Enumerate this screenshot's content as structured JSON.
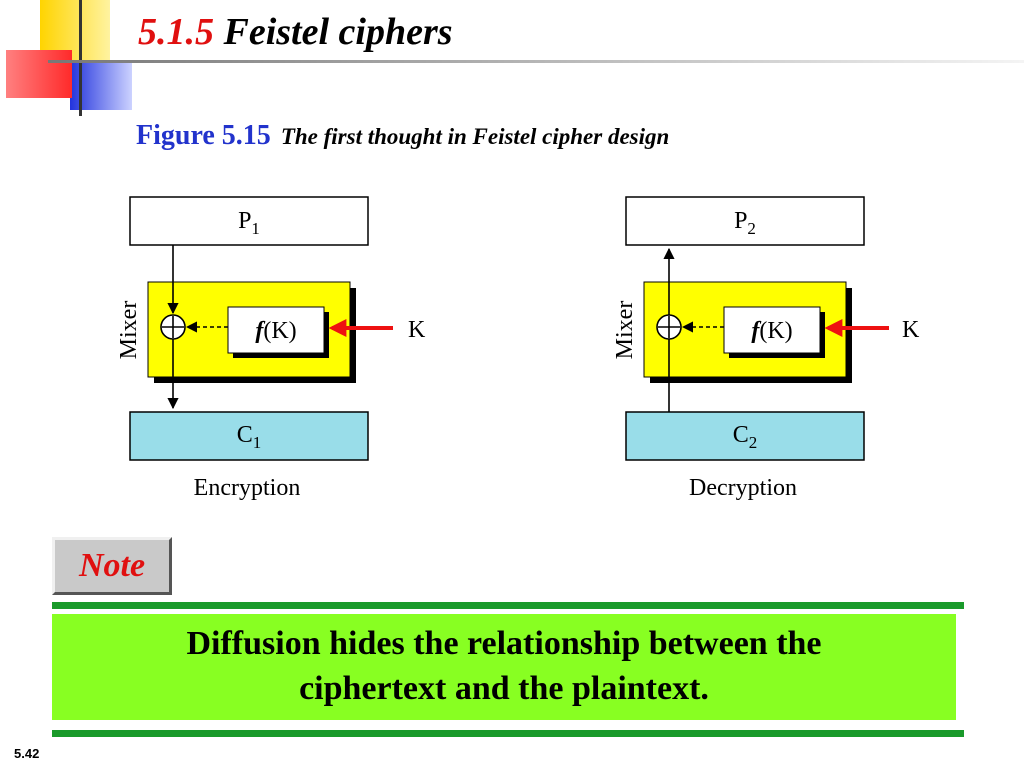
{
  "title": {
    "number": "5.1.5",
    "text": "Feistel ciphers"
  },
  "figure": {
    "label": "Figure 5.15",
    "caption": "The first thought in Feistel cipher design"
  },
  "diagram": {
    "encryption": {
      "plaintext_label": "P",
      "plaintext_sub": "1",
      "ciphertext_label": "C",
      "ciphertext_sub": "1",
      "mixer_label": "Mixer",
      "function_name": "f",
      "function_arg": "(K)",
      "key_label": "K",
      "caption": "Encryption"
    },
    "decryption": {
      "plaintext_label": "P",
      "plaintext_sub": "2",
      "ciphertext_label": "C",
      "ciphertext_sub": "2",
      "mixer_label": "Mixer",
      "function_name": "f",
      "function_arg": "(K)",
      "key_label": "K",
      "caption": "Decryption"
    },
    "colors": {
      "mixer_fill": "#ffff00",
      "ciphertext_fill": "#99dde9",
      "key_arrow": "#ee1111"
    }
  },
  "note": {
    "tab_label": "Note",
    "text": "Diffusion hides the relationship between the ciphertext and the plaintext."
  },
  "slide_number": "5.42"
}
